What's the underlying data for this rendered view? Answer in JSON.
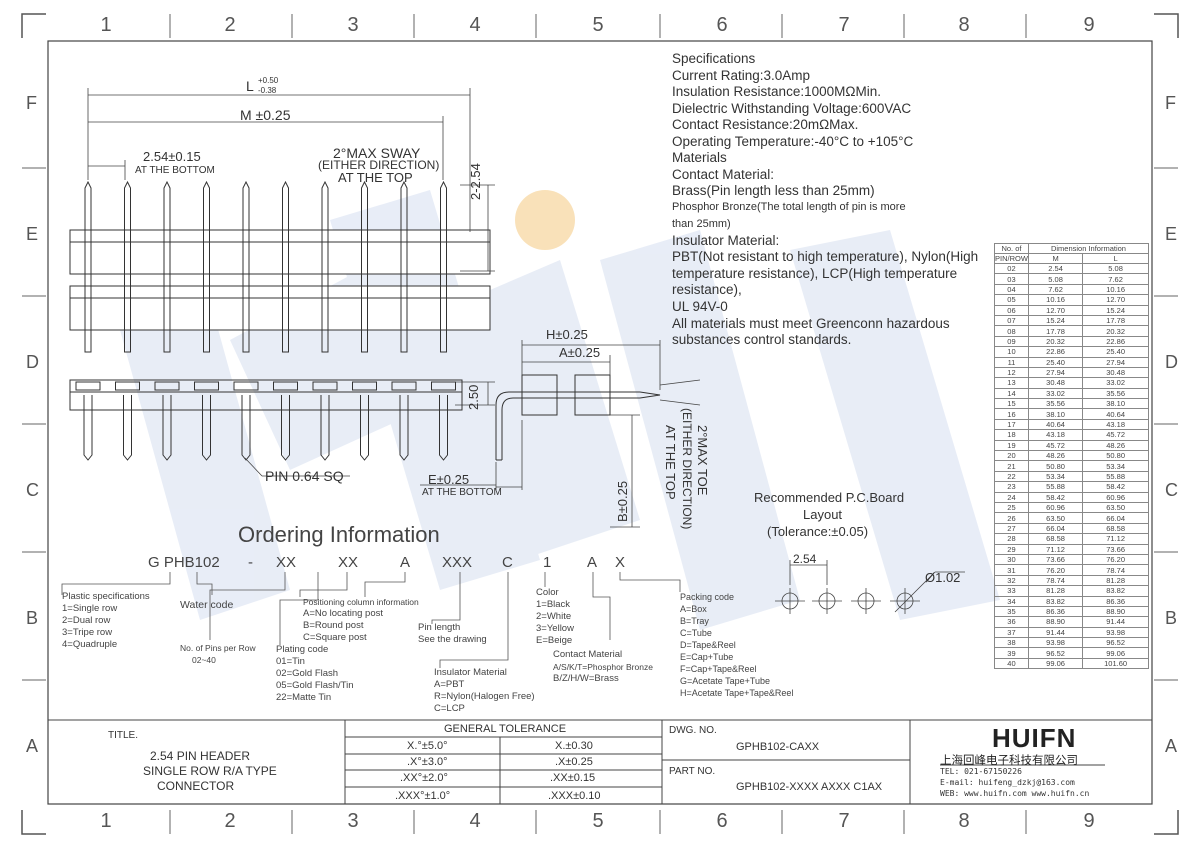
{
  "grid": {
    "columns": [
      "1",
      "2",
      "3",
      "4",
      "5",
      "6",
      "7",
      "8",
      "9"
    ],
    "rows": [
      "F",
      "E",
      "D",
      "C",
      "B",
      "A"
    ]
  },
  "specs": {
    "heading": "Specifications",
    "current_rating": "Current Rating:3.0Amp",
    "insulation_resistance": "Insulation Resistance:1000MΩMin.",
    "dielectric": "Dielectric Withstanding Voltage:600VAC",
    "contact_resistance": "Contact Resistance:20mΩMax.",
    "operating_temp": "Operating Temperature:-40°C to +105°C",
    "materials_heading": "Materials",
    "contact_material": "Contact Material:",
    "brass": "Brass(Pin length less than 25mm)",
    "phosphor_1": "Phosphor Bronze(The total length of pin is more",
    "phosphor_2": "than 25mm)",
    "insulator_material": "Insulator Material:",
    "pbt_1": "PBT(Not resistant to high temperature),  Nylon(High",
    "pbt_2": "temperature resistance), LCP(High temperature",
    "pbt_3": "resistance),",
    "ul": "UL 94V-0",
    "greenconn_1": "All materials must meet Greenconn hazardous",
    "greenconn_2": "substances control standards."
  },
  "dimensions": {
    "l_label": "L",
    "l_tol_plus": "+0.50",
    "l_tol_minus": "-0.38",
    "m_label": "M ±0.25",
    "pitch": "2.54±0.15",
    "pitch_note": "AT THE BOTTOM",
    "sway_1": "2°MAX SWAY",
    "sway_2": "(EITHER DIRECTION)",
    "sway_3": "AT THE TOP",
    "height_254": "2-2.54",
    "height_250": "2.50",
    "pin_sq": "PIN 0.64 SQ",
    "h_label": "H±0.25",
    "a_label": "A±0.25",
    "e_label": "E±0.25",
    "e_note": "AT THE BOTTOM",
    "b_label": "B±0.25",
    "toe_1": "2°MAX TOE",
    "toe_2": "(EITHER DIRECTION)",
    "toe_3": "AT THE TOP"
  },
  "pcb": {
    "title_1": "Recommended P.C.Board",
    "title_2": "Layout",
    "title_3": "(Tolerance:±0.05)",
    "pitch": "2.54",
    "hole": "Ø1.02"
  },
  "ordering": {
    "title": "Ordering Information",
    "segments": [
      "G PHB102",
      "-",
      "XX",
      "XX",
      "A",
      "XXX",
      "C",
      "1",
      "A",
      "X"
    ],
    "plastic_spec": [
      "Plastic specifications",
      "1=Single row",
      "2=Dual row",
      "3=Tripe row",
      "4=Quadruple"
    ],
    "water_code": "Water code",
    "pins_per_row": [
      "No. of Pins per Row",
      "02~40"
    ],
    "positioning": [
      "Positioning column information",
      "A=No locating post",
      "B=Round post",
      "C=Square post"
    ],
    "plating": [
      "Plating code",
      "01=Tin",
      "02=Gold Flash",
      "05=Gold Flash/Tin",
      "22=Matte Tin"
    ],
    "pin_length": [
      "Pin length",
      "See the drawing"
    ],
    "insulator": [
      "Insulator Material",
      "A=PBT",
      "R=Nylon(Halogen Free)",
      "C=LCP"
    ],
    "color": [
      "Color",
      "1=Black",
      "2=White",
      "3=Yellow",
      "E=Beige"
    ],
    "contact": [
      "Contact Material",
      "A/S/K/T=Phosphor Bronze",
      "B/Z/H/W=Brass"
    ],
    "packing": [
      "Packing code",
      "A=Box",
      "B=Tray",
      "C=Tube",
      "D=Tape&Reel",
      "E=Cap+Tube",
      "F=Cap+Tape&Reel",
      "G=Acetate Tape+Tube",
      "H=Acetate Tape+Tape&Reel"
    ]
  },
  "dim_table": {
    "header_left_1": "No. of",
    "header_left_2": "PIN/ROW",
    "header_main": "Dimension Information",
    "col_m": "M",
    "col_l": "L",
    "rows": [
      [
        "02",
        "2.54",
        "5.08"
      ],
      [
        "03",
        "5.08",
        "7.62"
      ],
      [
        "04",
        "7.62",
        "10.16"
      ],
      [
        "05",
        "10.16",
        "12.70"
      ],
      [
        "06",
        "12.70",
        "15.24"
      ],
      [
        "07",
        "15.24",
        "17.78"
      ],
      [
        "08",
        "17.78",
        "20.32"
      ],
      [
        "09",
        "20.32",
        "22.86"
      ],
      [
        "10",
        "22.86",
        "25.40"
      ],
      [
        "11",
        "25.40",
        "27.94"
      ],
      [
        "12",
        "27.94",
        "30.48"
      ],
      [
        "13",
        "30.48",
        "33.02"
      ],
      [
        "14",
        "33.02",
        "35.56"
      ],
      [
        "15",
        "35.56",
        "38.10"
      ],
      [
        "16",
        "38.10",
        "40.64"
      ],
      [
        "17",
        "40.64",
        "43.18"
      ],
      [
        "18",
        "43.18",
        "45.72"
      ],
      [
        "19",
        "45.72",
        "48.26"
      ],
      [
        "20",
        "48.26",
        "50.80"
      ],
      [
        "21",
        "50.80",
        "53.34"
      ],
      [
        "22",
        "53.34",
        "55.88"
      ],
      [
        "23",
        "55.88",
        "58.42"
      ],
      [
        "24",
        "58.42",
        "60.96"
      ],
      [
        "25",
        "60.96",
        "63.50"
      ],
      [
        "26",
        "63.50",
        "66.04"
      ],
      [
        "27",
        "66.04",
        "68.58"
      ],
      [
        "28",
        "68.58",
        "71.12"
      ],
      [
        "29",
        "71.12",
        "73.66"
      ],
      [
        "30",
        "73.66",
        "76.20"
      ],
      [
        "31",
        "76.20",
        "78.74"
      ],
      [
        "32",
        "78.74",
        "81.28"
      ],
      [
        "33",
        "81.28",
        "83.82"
      ],
      [
        "34",
        "83.82",
        "86.36"
      ],
      [
        "35",
        "86.36",
        "88.90"
      ],
      [
        "36",
        "88.90",
        "91.44"
      ],
      [
        "37",
        "91.44",
        "93.98"
      ],
      [
        "38",
        "93.98",
        "96.52"
      ],
      [
        "39",
        "96.52",
        "99.06"
      ],
      [
        "40",
        "99.06",
        "101.60"
      ]
    ]
  },
  "title_block": {
    "title_label": "TITLE.",
    "title_1": "2.54 PIN HEADER",
    "title_2": "SINGLE ROW R/A TYPE",
    "title_3": "CONNECTOR",
    "tolerance_header": "GENERAL TOLERANCE",
    "tolerances": [
      [
        "X.°±5.0°",
        "X.±0.30"
      ],
      [
        ".X°±3.0°",
        ".X±0.25"
      ],
      [
        ".XX°±2.0°",
        ".XX±0.15"
      ],
      [
        ".XXX°±1.0°",
        ".XXX±0.10"
      ]
    ],
    "dwg_label": "DWG. NO.",
    "dwg_no": "GPHB102-CAXX",
    "part_label": "PART NO.",
    "part_no": "GPHB102-XXXX AXXX C1AX",
    "company_logo": "HUIFN",
    "company_name": "上海回峰电子科技有限公司",
    "tel": "TEL: 021-67150226",
    "email": "E-mail: huifeng_dzkj@163.com",
    "web": "WEB: www.huifn.com   www.huifn.cn"
  },
  "watermark": "HUIFN",
  "colors": {
    "watermark": "#d6dff0",
    "dot": "#f7d9a8"
  }
}
